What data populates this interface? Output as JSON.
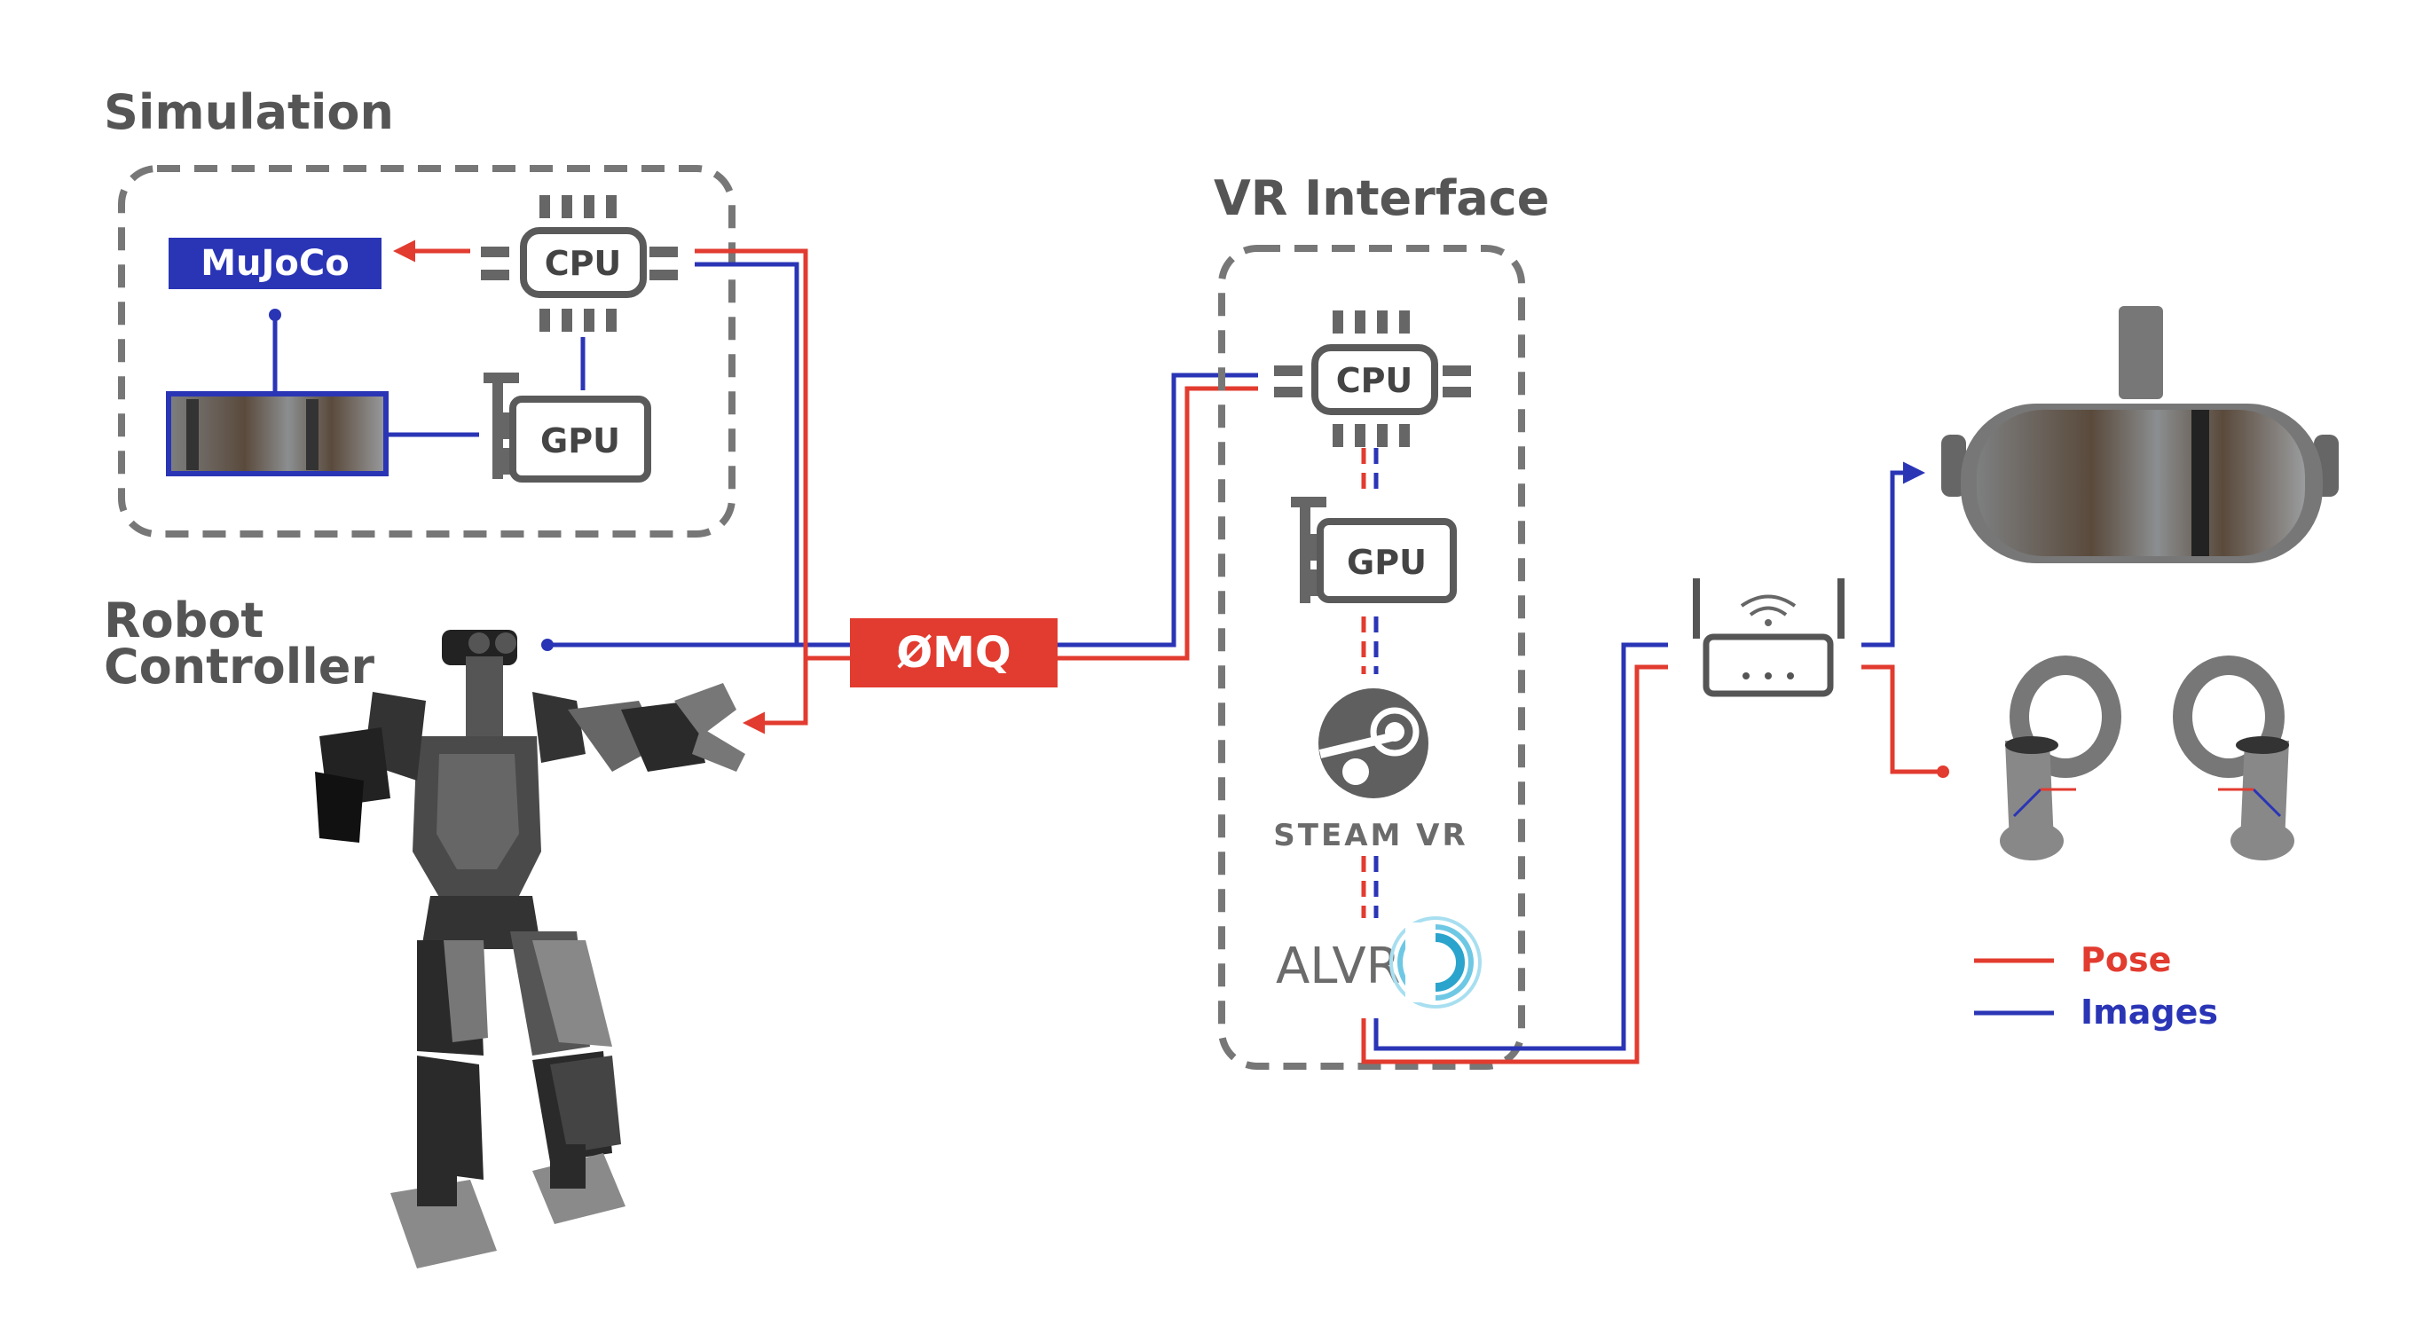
{
  "colors": {
    "pose": "#e23b2f",
    "images": "#2a35b6",
    "mujoco_bg": "#2a35b6",
    "zmq_bg": "#e23b2f",
    "gray": "#555555"
  },
  "simulation": {
    "title": "Simulation",
    "mujoco_label": "MuJoCo",
    "cpu_label": "CPU",
    "gpu_label": "GPU"
  },
  "robot_controller": {
    "title_line1": "Robot",
    "title_line2": "Controller"
  },
  "zmq_label": "ØMQ",
  "vr_interface": {
    "title": "VR Interface",
    "cpu_label": "CPU",
    "gpu_label": "GPU",
    "steam_label": "STEAM VR",
    "alvr_label": "ALVR"
  },
  "icons": {
    "robot": "humanoid-robot-icon",
    "router": "wifi-router-icon",
    "headset": "vr-headset-icon",
    "controllers": "vr-controllers-icon",
    "steam": "steam-logo-icon",
    "alvr": "alvr-logo-icon"
  },
  "legend": {
    "pose_label": "Pose",
    "images_label": "Images"
  }
}
